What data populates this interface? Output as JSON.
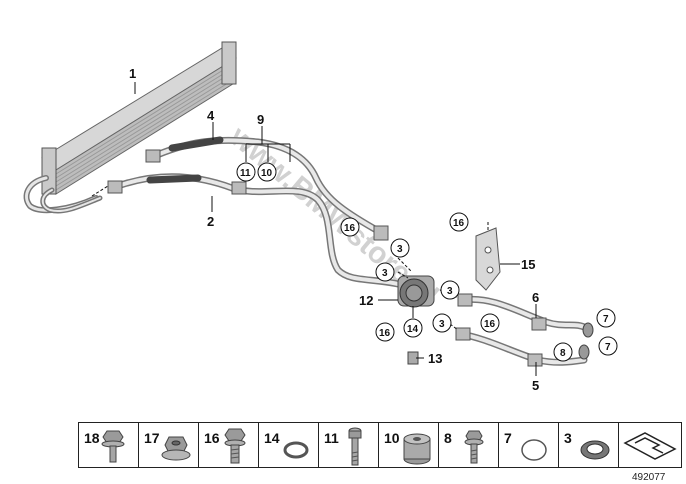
{
  "watermark": "www.BMWstore.pl",
  "callouts": {
    "p1": "1",
    "p2": "2",
    "p4": "4",
    "p5": "5",
    "p6": "6",
    "p9": "9",
    "p12": "12",
    "p13": "13",
    "p15": "15",
    "c11": "11",
    "c10": "10",
    "c16a": "16",
    "c3a": "3",
    "c3b": "3",
    "c16b": "16",
    "c3c": "3",
    "c14": "14",
    "c16c": "16",
    "c16d": "16",
    "c3d": "3",
    "c7a": "7",
    "c7b": "7",
    "c8": "8"
  },
  "legend": {
    "items": [
      {
        "num": "18",
        "icon": "hex-flange-bolt-icon"
      },
      {
        "num": "17",
        "icon": "flange-nut-icon"
      },
      {
        "num": "16",
        "icon": "hex-head-bolt-icon"
      },
      {
        "num": "14",
        "icon": "o-ring-icon"
      },
      {
        "num": "11",
        "icon": "long-screw-icon"
      },
      {
        "num": "10",
        "icon": "spacer-sleeve-icon"
      },
      {
        "num": "8",
        "icon": "screw-icon"
      },
      {
        "num": "7",
        "icon": "thin-seal-ring-icon"
      },
      {
        "num": "3",
        "icon": "gasket-ring-icon"
      }
    ],
    "reference_number": "492077"
  }
}
